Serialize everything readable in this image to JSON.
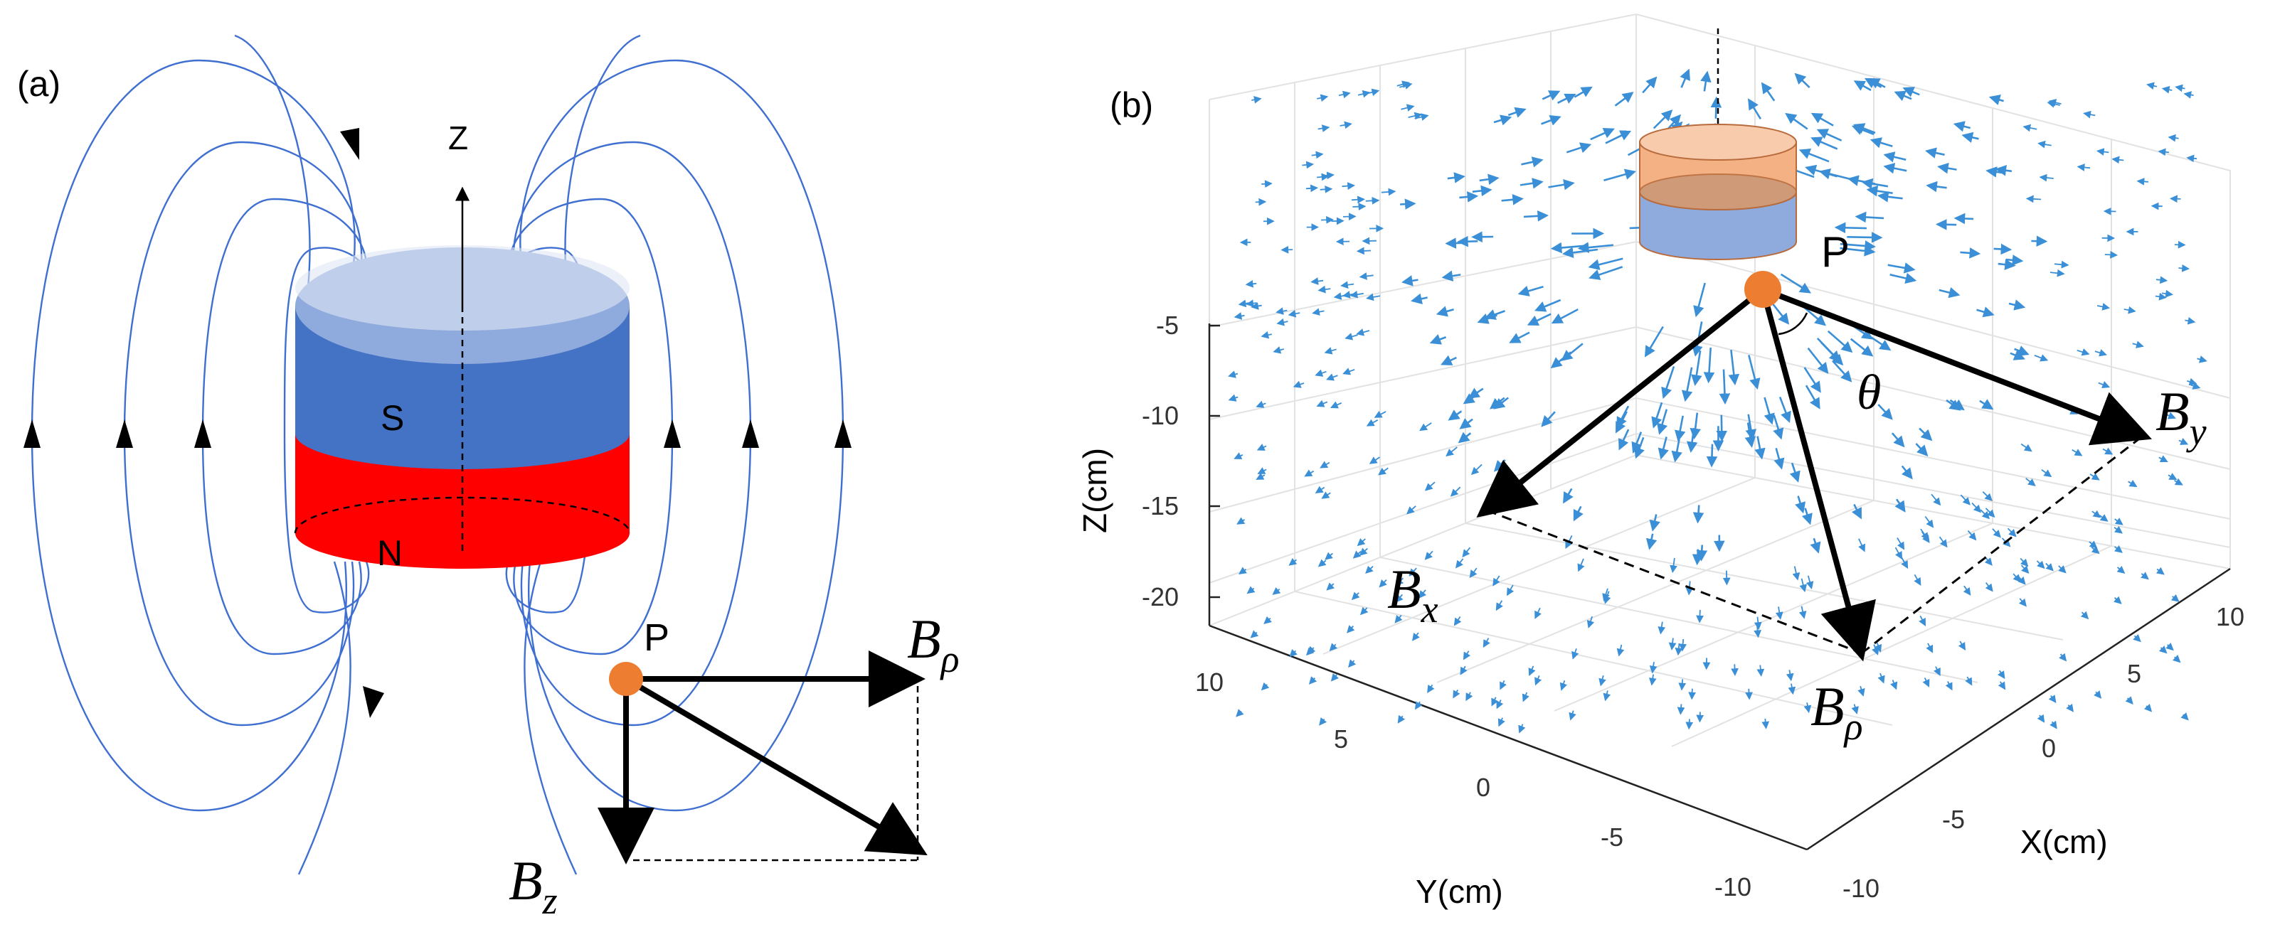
{
  "panel_a": {
    "panel_label": "(a)",
    "axis_label": "Z",
    "pole_top": "S",
    "pole_bottom": "N",
    "point_label": "P",
    "vec_rho": {
      "main": "B",
      "sub": "ρ"
    },
    "vec_z": {
      "main": "B",
      "sub": "z"
    },
    "colors": {
      "south": "#4472c4",
      "north": "#ff0000",
      "field": "#3f6fd0",
      "point": "#ed7d31"
    }
  },
  "panel_b": {
    "panel_label": "(b)",
    "point_label": "P",
    "angle_label": "θ",
    "vec_x": {
      "main": "B",
      "sub": "x"
    },
    "vec_y": {
      "main": "B",
      "sub": "y"
    },
    "vec_rho": {
      "main": "B",
      "sub": "ρ"
    },
    "z_axis": {
      "label": "Z(cm)",
      "ticks": [
        "-5",
        "-10",
        "-15",
        "-20"
      ]
    },
    "y_axis": {
      "label": "Y(cm)",
      "ticks": [
        "10",
        "5",
        "0",
        "-5",
        "-10"
      ]
    },
    "x_axis": {
      "label": "X(cm)",
      "ticks": [
        "10",
        "5",
        "0",
        "-5",
        "-10"
      ]
    },
    "colors": {
      "arrows": "#3a8fd6",
      "magnet_top": "#f4b183",
      "magnet_bottom": "#8faadc",
      "point": "#ed7d31"
    }
  }
}
